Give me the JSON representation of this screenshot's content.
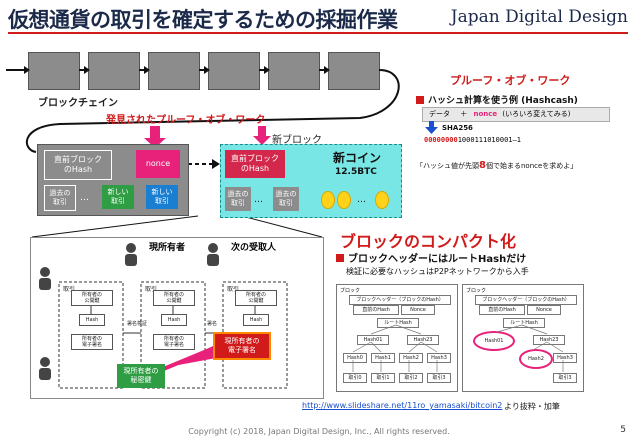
{
  "slide": {
    "title": "仮想通貨の取引を確定するための採掘作業",
    "brand": "Japan Digital Design",
    "footer": "Copyright (c) 2018, Japan Digital Design, Inc., All rights reserved.",
    "page_number": "5",
    "source_link": "http://www.slideshare.net/11ro_yamasaki/bitcoin2",
    "source_note": "より抜粋・加筆"
  },
  "blockchain": {
    "label": "ブロックチェイン",
    "pow_found": "発見されたプルーフ・オブ・ワーク",
    "new_block_label": "新ブロック",
    "block": {
      "prev_hash": "直前ブロック\nのHash",
      "nonce": "nonce",
      "past_tx": "過去の\n取引",
      "new_tx": "新しい\n取引",
      "dots": "…"
    },
    "new_block": {
      "prev_hash": "直前ブロック\nのHash",
      "past_tx": "過去の\n取引",
      "coin_title": "新コイン",
      "coin_amount": "12.5BTC",
      "dots": "…"
    }
  },
  "pow": {
    "title": "プルーフ・オブ・ワーク",
    "example": "ハッシュ計算を使う例 (Hashcash)",
    "formula_data": "データ",
    "formula_plus": "＋",
    "formula_nonce": "nonce",
    "formula_note": "(いろいろ変えてみる)",
    "sha": "SHA256",
    "result_zeros": "00000000",
    "result_rest": "1000111010001—1",
    "caption_pre": "「ハッシュ値が先頭",
    "caption_num": "8",
    "caption_post": "個で始まるnonceを求めよ」"
  },
  "compact": {
    "title": "ブロックのコンパクト化",
    "subtitle": "ブロックヘッダーにはルートHashだけ",
    "note": "検証に必要なハッシュはP2Pネットワークから入手",
    "block_label": "ブロック",
    "header_label": "ブロックヘッダー（ブロックのHash）",
    "prev_hash": "直前のHash",
    "nonce": "Nonce",
    "root_hash": "ルートHash",
    "hashes": [
      "Hash01",
      "Hash23",
      "Hash0",
      "Hash1",
      "Hash2",
      "Hash3"
    ],
    "tx": [
      "取引0",
      "取引1",
      "取引2",
      "取引3"
    ]
  },
  "ownership": {
    "current_owner": "現所有者",
    "next_receiver": "次の受取人",
    "secret_key": "現所有者の\n秘密鍵",
    "signature": "現所有者の\n電子署名",
    "tx_label": "取引",
    "owner_pubkey": "所有者の\n公開鍵",
    "hash": "Hash",
    "prev_sig": "所有者の\n電子署名",
    "verify": "署名検証",
    "sign": "署名"
  },
  "colors": {
    "accent_red": "#d11a1a",
    "navy": "#1c2a4a",
    "block_gray": "#8c8c8c",
    "hash_red": "#d3284b",
    "nonce_pink": "#e8217a",
    "new_tx_green": "#2f9d43",
    "new_tx_blue": "#1a7fd1",
    "new_block_cyan": "#79e6e6",
    "coin_yellow": "#ffd21a",
    "circle_pink": "#e8217a"
  }
}
